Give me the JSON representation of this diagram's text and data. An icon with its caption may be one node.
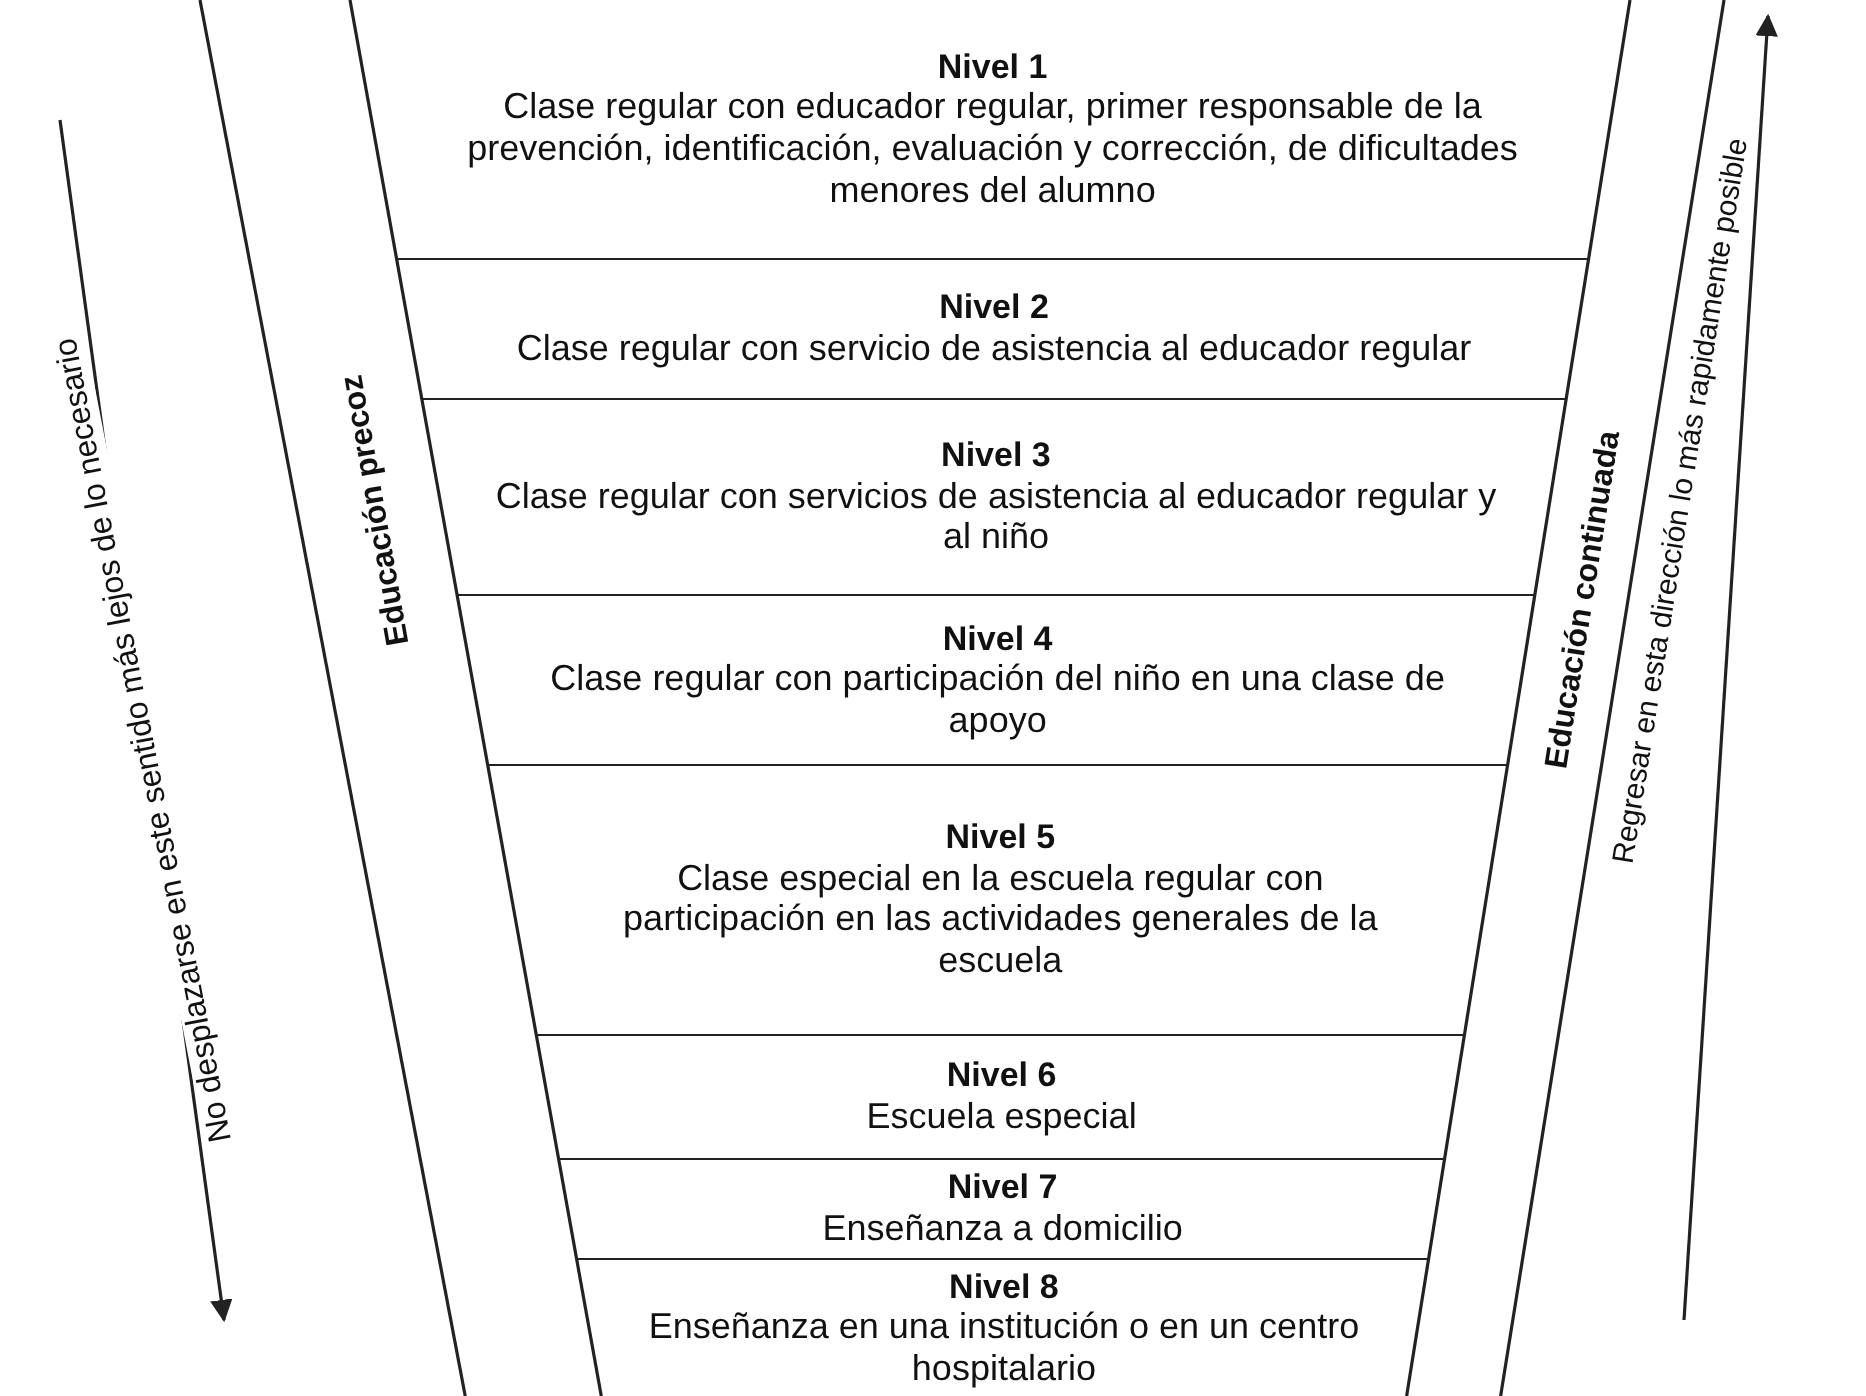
{
  "diagram": {
    "nodes": [
      {
        "text": [
          "Nivel 1",
          "Clase regular con educador regular, primer responsable de la prevención, identificación, evaluación y corrección, de dificultades menores del alumno"
        ]
      },
      {
        "text": [
          "Nivel 2",
          "Clase regular con servicio de asistencia al educador regular"
        ]
      },
      {
        "text": [
          "Nivel 3",
          "Clase regular con servicios de asistencia al educador regular y al niño"
        ]
      },
      {
        "text": [
          "Nivel 4",
          "Clase regular con participación del niño en una clase de apoyo"
        ]
      },
      {
        "text": [
          "Nivel 5",
          "Clase especial en la escuela regular con participación en las actividades generales de la escuela"
        ]
      },
      {
        "text": [
          "Nivel 6",
          "Escuela especial"
        ]
      },
      {
        "text": [
          "Nivel 7",
          "Enseñanza a domicilio"
        ]
      },
      {
        "text": [
          "Nivel 8",
          "Enseñanza en una institución o en un centro hospitalario"
        ]
      }
    ],
    "labels": [
      "No desplazarse en este sentido más lejos de lo necesario",
      "Educación precoz",
      "Educación continuada",
      "Regresar en esta dirección lo más rapidamente posible"
    ]
  }
}
